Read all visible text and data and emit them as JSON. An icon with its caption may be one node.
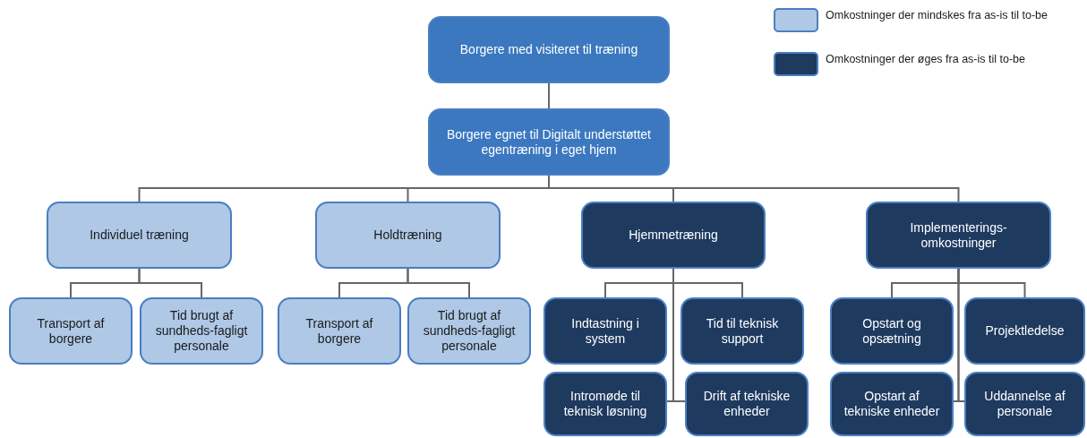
{
  "diagram": {
    "nodes": [
      {
        "text": [
          "Borgere med visiteret til træning"
        ]
      },
      {
        "text": [
          "Borgere egnet til Digitalt understøttet egentræning i eget hjem"
        ]
      },
      {
        "text": [
          "Individuel træning"
        ]
      },
      {
        "text": [
          "Holdtræning"
        ]
      },
      {
        "text": [
          "Hjemmetræning"
        ]
      },
      {
        "text": [
          "Implementerings-omkostninger"
        ]
      },
      {
        "text": [
          "Transport af borgere"
        ]
      },
      {
        "text": [
          "Tid brugt af sundheds-fagligt personale"
        ]
      },
      {
        "text": [
          "Transport af borgere"
        ]
      },
      {
        "text": [
          "Tid brugt af sundheds-fagligt personale"
        ]
      },
      {
        "text": [
          "Indtastning i system"
        ]
      },
      {
        "text": [
          "Tid til teknisk support"
        ]
      },
      {
        "text": [
          "Intromøde til teknisk løsning"
        ]
      },
      {
        "text": [
          "Drift af tekniske enheder"
        ]
      },
      {
        "text": [
          "Opstart og opsætning"
        ]
      },
      {
        "text": [
          "Projektledelse"
        ]
      },
      {
        "text": [
          "Opstart af tekniske enheder"
        ]
      },
      {
        "text": [
          "Uddannelse af personale"
        ]
      }
    ],
    "edges": [
      {
        "from": 0,
        "to": 1,
        "arrow": "none"
      },
      {
        "from": 1,
        "to": 2,
        "arrow": "none"
      },
      {
        "from": 1,
        "to": 3,
        "arrow": "none"
      },
      {
        "from": 1,
        "to": 4,
        "arrow": "none"
      },
      {
        "from": 1,
        "to": 5,
        "arrow": "none"
      },
      {
        "from": 2,
        "to": 6,
        "arrow": "none"
      },
      {
        "from": 2,
        "to": 7,
        "arrow": "none"
      },
      {
        "from": 3,
        "to": 8,
        "arrow": "none"
      },
      {
        "from": 3,
        "to": 9,
        "arrow": "none"
      },
      {
        "from": 4,
        "to": 10,
        "arrow": "none"
      },
      {
        "from": 4,
        "to": 11,
        "arrow": "none"
      },
      {
        "from": 4,
        "to": 12,
        "arrow": "none"
      },
      {
        "from": 4,
        "to": 13,
        "arrow": "none"
      },
      {
        "from": 5,
        "to": 14,
        "arrow": "none"
      },
      {
        "from": 5,
        "to": 15,
        "arrow": "none"
      },
      {
        "from": 5,
        "to": 16,
        "arrow": "none"
      },
      {
        "from": 5,
        "to": 17,
        "arrow": "none"
      }
    ],
    "legend": [
      {
        "text": "Omkostninger der mindskes fra as-is til to-be",
        "color": "#aec8e6"
      },
      {
        "text": "Omkostninger der øges fra as-is til to-be",
        "color": "#1e3a5f"
      }
    ]
  }
}
